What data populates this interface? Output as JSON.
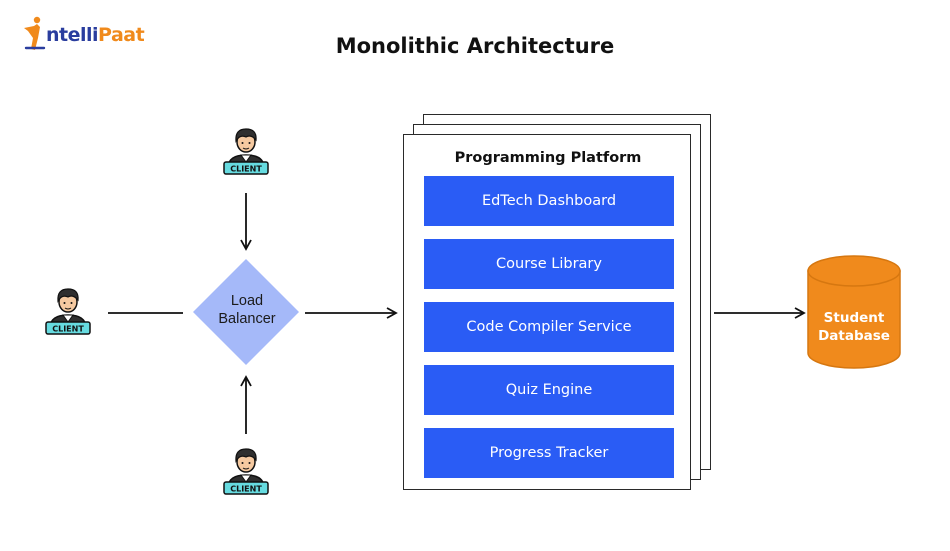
{
  "logo": {
    "text_prefix": "ntelli",
    "text_suffix": "Paat",
    "icon": "person-i-logo-icon"
  },
  "title": "Monolithic Architecture",
  "clients": [
    {
      "label": "CLIENT",
      "icon": "client-person-icon"
    },
    {
      "label": "CLIENT",
      "icon": "client-person-icon"
    },
    {
      "label": "CLIENT",
      "icon": "client-person-icon"
    }
  ],
  "load_balancer": {
    "line1": "Load",
    "line2": "Balancer"
  },
  "platform": {
    "title": "Programming Platform",
    "modules": [
      {
        "label": "EdTech Dashboard"
      },
      {
        "label": "Course Library"
      },
      {
        "label": "Code Compiler Service"
      },
      {
        "label": "Quiz Engine"
      },
      {
        "label": "Progress Tracker"
      }
    ]
  },
  "database": {
    "line1": "Student",
    "line2": "Database"
  },
  "colors": {
    "module_blue": "#2a5cf5",
    "diamond_blue": "#a5b9f9",
    "db_orange": "#f08a1c",
    "logo_orange": "#f08a1c",
    "logo_blue": "#2a3d9e",
    "client_teal": "#66dbe0"
  }
}
